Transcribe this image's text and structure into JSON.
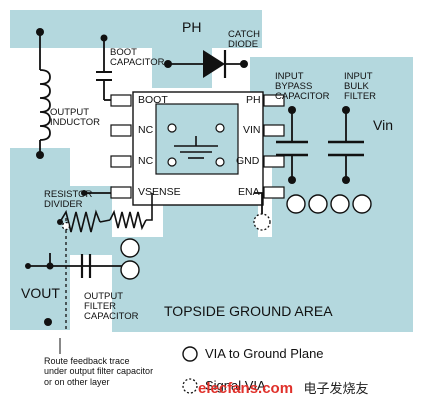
{
  "regions": {
    "ph": "PH",
    "vin": "Vin",
    "vout": "VOUT",
    "ground": "TOPSIDE GROUND AREA"
  },
  "components": {
    "boot_capacitor": "BOOT\nCAPACITOR",
    "catch_diode": "CATCH\nDIODE",
    "output_inductor": "OUTPUT\nINDUCTOR",
    "input_bypass_capacitor": "INPUT\nBYPASS\nCAPACITOR",
    "input_bulk_filter": "INPUT\nBULK\nFILTER",
    "resistor_divider": "RESISTOR\nDIVIDER",
    "output_filter_capacitor": "OUTPUT\nFILTER\nCAPACITOR"
  },
  "pins": {
    "boot": "BOOT",
    "nc1": "NC",
    "nc2": "NC",
    "vsense": "VSENSE",
    "ph": "PH",
    "vin": "VIN",
    "gnd": "GND",
    "ena": "ENA"
  },
  "note": "Route feedback trace under output filter capacitor or on other layer",
  "legend": {
    "via_ground": "VIA to Ground Plane",
    "signal_via": "Signal VIA"
  },
  "watermark": {
    "logo": "elecfans.com",
    "cn": "电子发烧友"
  },
  "colors": {
    "copper": "#b4d8de",
    "ink": "#111111",
    "logo_red": "#e0312b"
  }
}
